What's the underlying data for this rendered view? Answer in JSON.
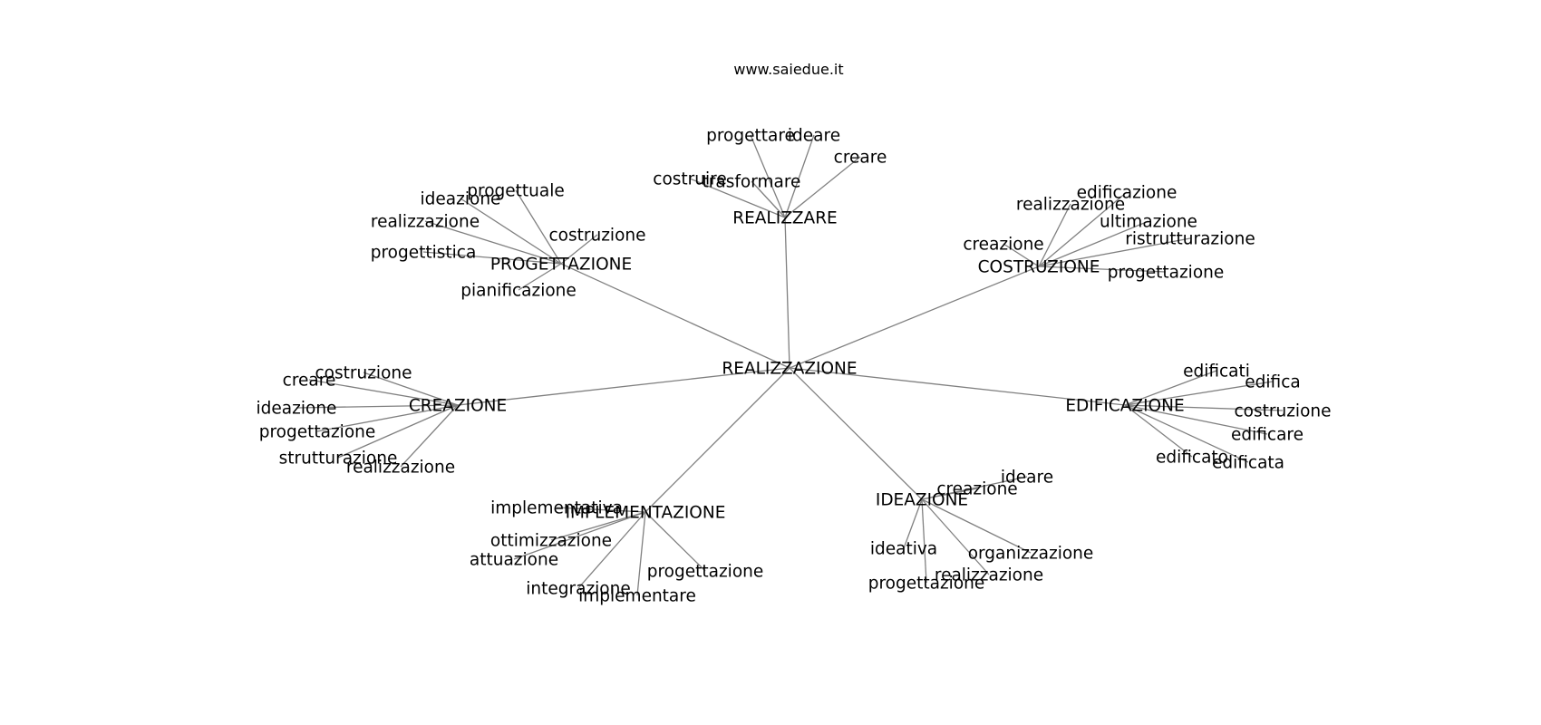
{
  "source_label": "www.saiedue.it",
  "graph": {
    "root": "REALIZZAZIONE",
    "clusters": [
      {
        "label": "REALIZZARE",
        "children": [
          "progettare",
          "ideare",
          "creare",
          "costruire",
          "trasformare"
        ]
      },
      {
        "label": "PROGETTAZIONE",
        "children": [
          "progettuale",
          "ideazione",
          "realizzazione",
          "costruzione",
          "progettistica",
          "pianificazione"
        ]
      },
      {
        "label": "COSTRUZIONE",
        "children": [
          "edificazione",
          "realizzazione",
          "ultimazione",
          "ristrutturazione",
          "creazione",
          "progettazione"
        ]
      },
      {
        "label": "CREAZIONE",
        "children": [
          "costruzione",
          "creare",
          "ideazione",
          "progettazione",
          "strutturazione",
          "realizzazione"
        ]
      },
      {
        "label": "EDIFICAZIONE",
        "children": [
          "edificati",
          "edifica",
          "costruzione",
          "edificare",
          "edificato",
          "edificata"
        ]
      },
      {
        "label": "IMPLEMENTAZIONE",
        "children": [
          "implementativa",
          "ottimizzazione",
          "attuazione",
          "progettazione",
          "integrazione",
          "implementare"
        ]
      },
      {
        "label": "IDEAZIONE",
        "children": [
          "ideare",
          "creazione",
          "ideativa",
          "organizzazione",
          "realizzazione",
          "progettazione"
        ]
      }
    ]
  }
}
